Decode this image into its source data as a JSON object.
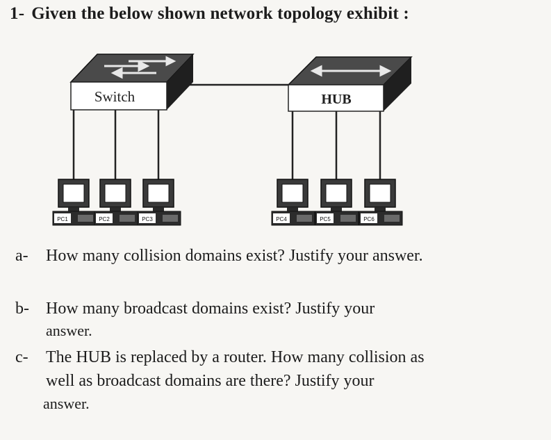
{
  "heading": {
    "number": "1-",
    "text": "Given the below shown network topology exhibit :"
  },
  "diagram": {
    "switch_label": "Switch",
    "hub_label": "HUB",
    "pc_labels": [
      "PC1",
      "PC2",
      "PC3",
      "PC4",
      "PC5",
      "PC6"
    ]
  },
  "questions": [
    {
      "letter": "a-",
      "lines": [
        "How many collision domains exist? Justify your answer."
      ]
    },
    {
      "letter": "b-",
      "lines": [
        "How many broadcast domains exist? Justify your",
        "answer."
      ]
    },
    {
      "letter": "c-",
      "lines": [
        "The HUB is replaced by a router. How many collision as",
        "well as broadcast domains are there? Justify your",
        "answer."
      ]
    }
  ]
}
